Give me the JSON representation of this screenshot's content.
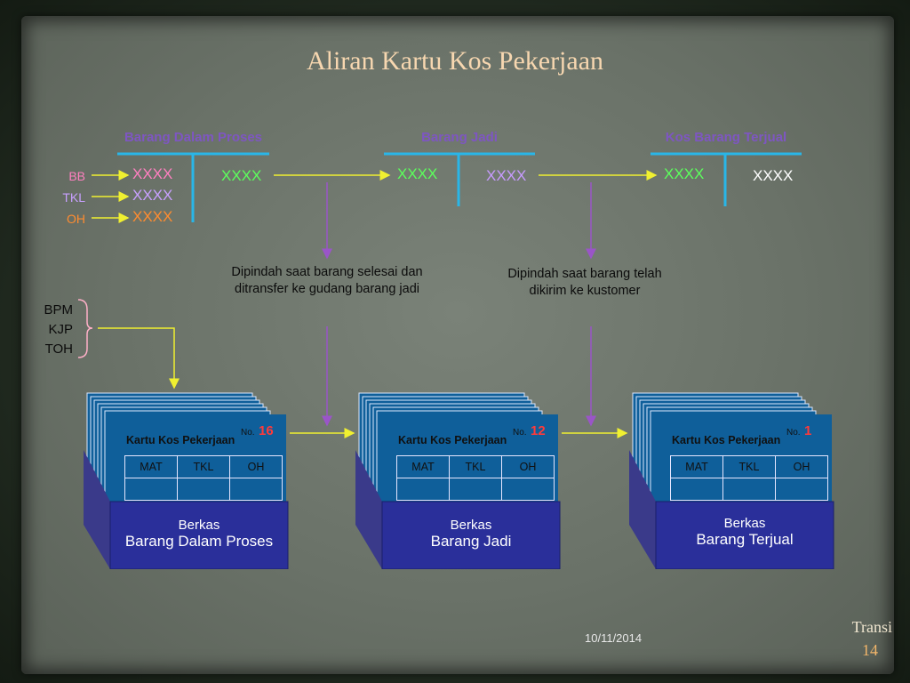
{
  "title": "Aliran Kartu Kos Pekerjaan",
  "accounts": [
    {
      "title": "Barang Dalam Proses",
      "debits": [
        {
          "label": "BB",
          "value": "XXXX"
        },
        {
          "label": "TKL",
          "value": "XXXX"
        },
        {
          "label": "OH",
          "value": "XXXX"
        }
      ],
      "credit": "XXXX"
    },
    {
      "title": "Barang Jadi",
      "debit": "XXXX",
      "credit": "XXXX"
    },
    {
      "title": "Kos Barang Terjual",
      "debit": "XXXX",
      "credit": "XXXX"
    }
  ],
  "notes": {
    "transfer_to_finished": "Dipindah saat barang selesai dan ditransfer ke gudang barang jadi",
    "transfer_to_sold": "Dipindah saat barang telah dikirim ke kustomer"
  },
  "documents": [
    "BPM",
    "KJP",
    "TOH"
  ],
  "files": [
    {
      "card_title": "Kartu Kos Pekerjaan",
      "no_label": "No.",
      "no": "16",
      "columns": [
        "MAT",
        "TKL",
        "OH"
      ],
      "berkas": "Berkas",
      "name": "Barang Dalam Proses"
    },
    {
      "card_title": "Kartu Kos Pekerjaan",
      "no_label": "No.",
      "no": "12",
      "columns": [
        "MAT",
        "TKL",
        "OH"
      ],
      "berkas": "Berkas",
      "name": "Barang Jadi"
    },
    {
      "card_title": "Kartu Kos Pekerjaan",
      "no_label": "No.",
      "no": "1",
      "columns": [
        "MAT",
        "TKL",
        "OH"
      ],
      "berkas": "Berkas",
      "name": "Barang Terjual"
    }
  ],
  "footer": {
    "date": "10/11/2014",
    "label": "Transi",
    "page": "14"
  },
  "colors": {
    "title": "#f7d7b0",
    "account_title": "#7e56c2",
    "t_line": "#29b6e8",
    "arrow_yellow": "#f0f030",
    "arrow_purple": "#9a55c8",
    "bb": "#ff80c0",
    "tkl": "#c8a0ff",
    "oh": "#ff8c30",
    "xxxx_green": "#5cff5c",
    "xxxx_purple": "#c79bff",
    "xxxx_white": "#ffffff",
    "card_blue": "#0f5f9a",
    "file_navy": "#2a2f9a",
    "file_side": "#3a3a8a"
  }
}
